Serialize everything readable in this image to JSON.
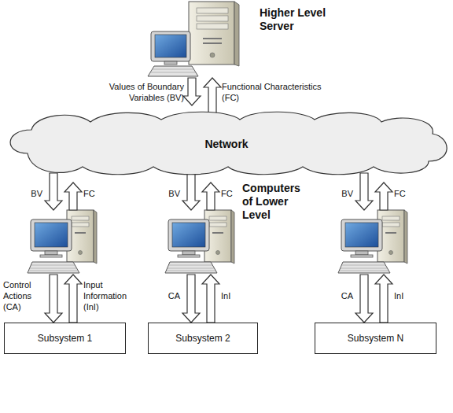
{
  "diagram": {
    "nodes": [
      {
        "text": [
          "Higher Level Server"
        ]
      },
      {
        "text": [
          "Network"
        ]
      },
      {
        "text": []
      },
      {
        "text": [
          "Computers of Lower Level"
        ]
      },
      {
        "text": []
      },
      {
        "text": [
          "Subsystem 1"
        ]
      },
      {
        "text": [
          "Subsystem 2"
        ]
      },
      {
        "text": [
          "Subsystem N"
        ]
      }
    ],
    "edges": [
      {
        "from": 0,
        "to": 1,
        "arrow": "to",
        "label": "Values of Boundary Variables (BV)"
      },
      {
        "from": 1,
        "to": 0,
        "arrow": "to",
        "label": "Functional Characteristics (FC)"
      },
      {
        "from": 1,
        "to": 2,
        "arrow": "to",
        "label": "BV"
      },
      {
        "from": 2,
        "to": 1,
        "arrow": "to",
        "label": "FC"
      },
      {
        "from": 1,
        "to": 3,
        "arrow": "to",
        "label": "BV"
      },
      {
        "from": 3,
        "to": 1,
        "arrow": "to",
        "label": "FC"
      },
      {
        "from": 1,
        "to": 4,
        "arrow": "to",
        "label": "BV"
      },
      {
        "from": 4,
        "to": 1,
        "arrow": "to",
        "label": "FC"
      },
      {
        "from": 2,
        "to": 5,
        "arrow": "to",
        "label": "Control Actions (CA)"
      },
      {
        "from": 5,
        "to": 2,
        "arrow": "to",
        "label": "Input Information (InI)"
      },
      {
        "from": 3,
        "to": 6,
        "arrow": "to",
        "label": "CA"
      },
      {
        "from": 6,
        "to": 3,
        "arrow": "to",
        "label": "InI"
      },
      {
        "from": 4,
        "to": 7,
        "arrow": "to",
        "label": "CA"
      },
      {
        "from": 7,
        "to": 4,
        "arrow": "to",
        "label": "InI"
      }
    ]
  }
}
